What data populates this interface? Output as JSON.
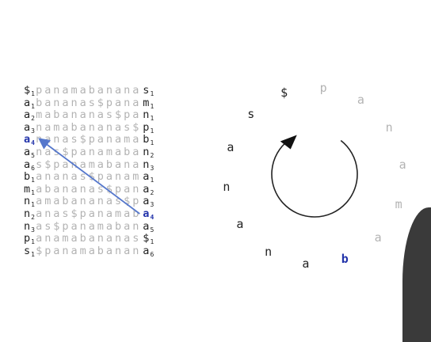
{
  "bwm_rows": [
    "$panamabananas",
    "abananas$panam",
    "amabananas$pan",
    "anamabananas$p",
    "ananas$panamab",
    "anas$panamaban",
    "as$panamabanan",
    "bananas$panama",
    "mabananas$pana",
    "namabananas$pa",
    "nanas$panamaba",
    "nas$panamabana",
    "panamabananas$",
    "s$panamabanana"
  ],
  "first_subscripts": [
    "1",
    "1",
    "2",
    "3",
    "4",
    "5",
    "6",
    "1",
    "1",
    "1",
    "2",
    "3",
    "1",
    "1"
  ],
  "last_subscripts": [
    "1",
    "1",
    "1",
    "1",
    "1",
    "2",
    "3",
    "1",
    "2",
    "3",
    "4",
    "5",
    "1",
    "6"
  ],
  "highlight_row_first": 4,
  "highlight_row_last": 10,
  "ring": {
    "text": "$panamabananas",
    "highlight_index": 7
  },
  "colors": {
    "highlight": "#2233aa",
    "arrow": "#5577cc",
    "dim": "#b3b3b3",
    "dark": "#222222"
  }
}
